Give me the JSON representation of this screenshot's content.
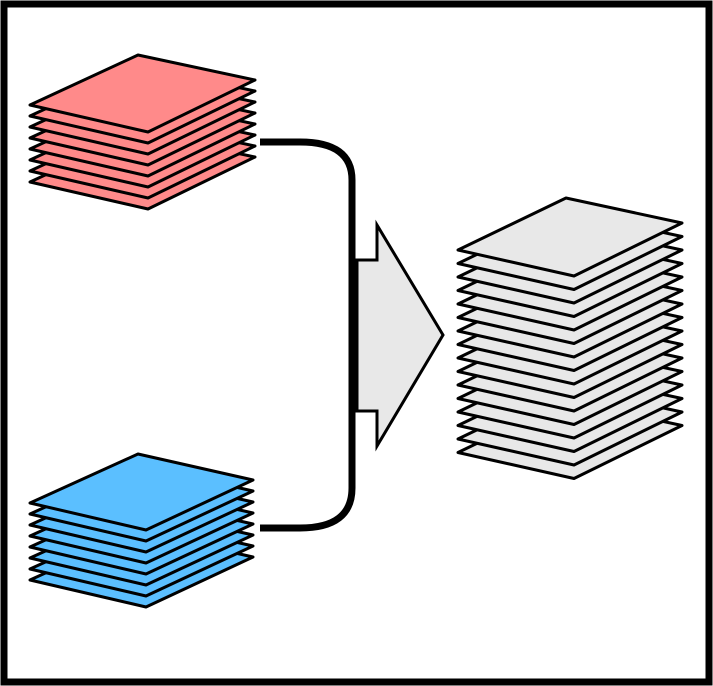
{
  "diagram": {
    "description_free": true,
    "colors": {
      "frame": "#000000",
      "background": "#ffffff",
      "red_stack": "#ff8a8a",
      "blue_stack": "#5bbfff",
      "merged_stack": "#e8e8e8",
      "arrow_fill": "#e8e8e8",
      "stroke": "#000000"
    },
    "stacks": [
      {
        "id": "red",
        "layers": 8,
        "color_key": "red_stack"
      },
      {
        "id": "blue",
        "layers": 8,
        "color_key": "blue_stack"
      },
      {
        "id": "merged",
        "layers": 16,
        "color_key": "merged_stack"
      }
    ],
    "icons": [
      "document-stack-icon",
      "merge-bracket-icon",
      "arrow-right-icon"
    ]
  }
}
